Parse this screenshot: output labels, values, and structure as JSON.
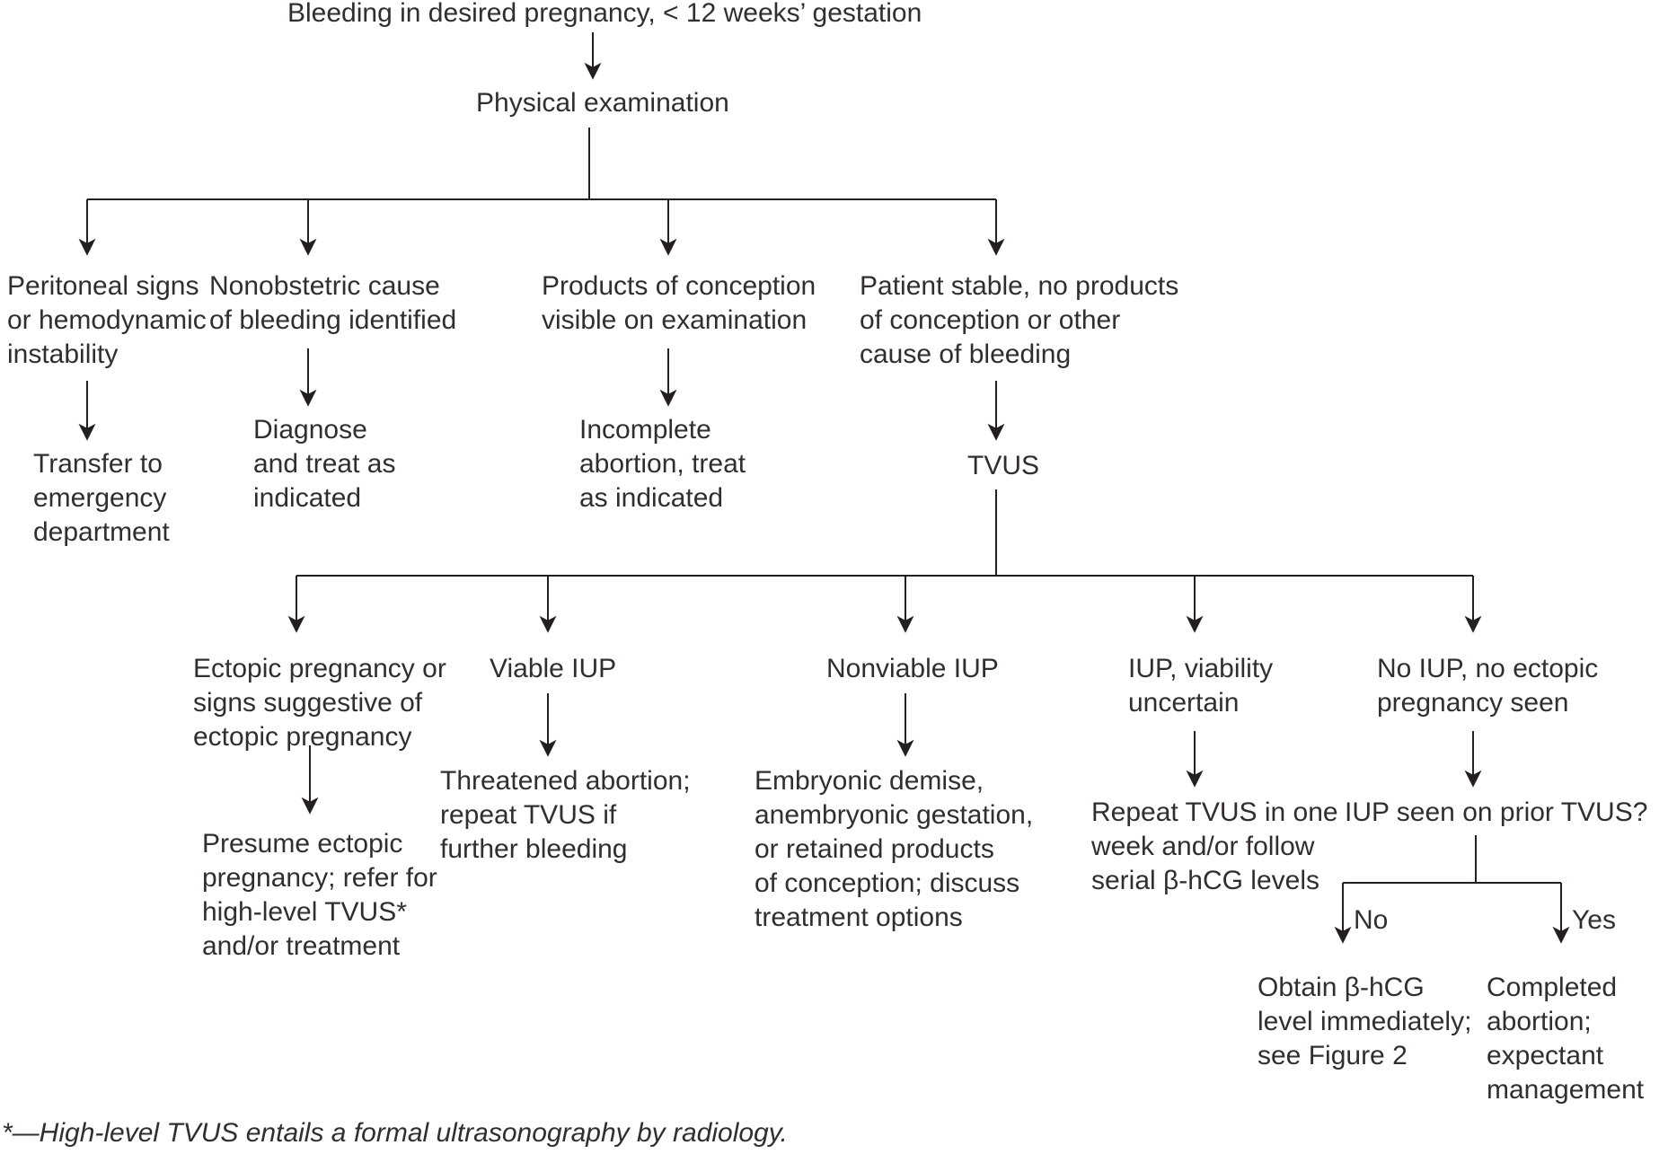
{
  "diagram": {
    "title": "Bleeding in desired pregnancy, < 12 weeks’ gestation",
    "nodes": {
      "physical_exam": "Physical examination",
      "peritoneal_signs": "Peritoneal signs\nor hemodynamic\ninstability",
      "transfer_ed": "Transfer to\nemergency\ndepartment",
      "nonobstetric_cause": "Nonobstetric cause\nof bleeding identified",
      "diagnose_treat": "Diagnose\nand treat as\nindicated",
      "products_visible": "Products of conception\nvisible on examination",
      "incomplete_abortion": "Incomplete\nabortion, treat\nas indicated",
      "patient_stable": "Patient stable, no products\nof conception or other\ncause of bleeding",
      "tvus": "TVUS",
      "ectopic_signs": "Ectopic pregnancy or\nsigns suggestive of\nectopic pregnancy",
      "presume_ectopic": "Presume ectopic\npregnancy; refer for\nhigh-level TVUS*\nand/or treatment",
      "viable_iup": "Viable IUP",
      "threatened_abortion": "Threatened abortion;\nrepeat TVUS if\nfurther bleeding",
      "nonviable_iup": "Nonviable IUP",
      "embryonic_demise": "Embryonic demise,\nanembryonic gestation,\nor retained products\nof conception; discuss\ntreatment options",
      "iup_uncertain": "IUP, viability\nuncertain",
      "repeat_tvus": "Repeat TVUS in one\nweek and/or follow\nserial β-hCG levels",
      "no_iup": "No IUP, no ectopic\npregnancy seen",
      "prior_tvus_question": "IUP seen on prior TVUS?",
      "branch_no": "No",
      "branch_yes": "Yes",
      "obtain_bhcg": "Obtain β-hCG\nlevel immediately;\nsee Figure 2",
      "completed_abortion": "Completed\nabortion;\nexpectant\nmanagement"
    },
    "footnote": "*—High-level TVUS entails a formal ultrasonography by radiology.",
    "colors": {
      "text": "#322e2f",
      "line": "#231f20",
      "background": "#ffffff"
    }
  }
}
